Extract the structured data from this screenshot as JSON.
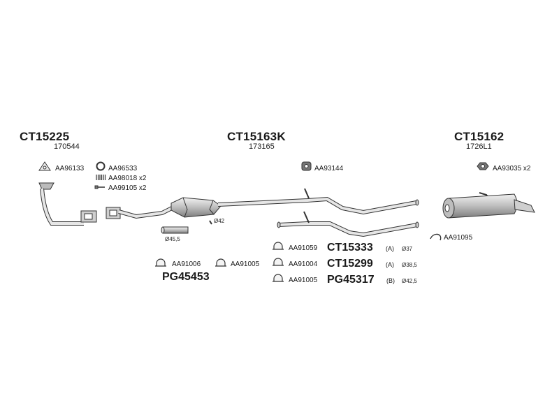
{
  "groups": {
    "front": {
      "code": "CT15225",
      "number": "170544"
    },
    "middle": {
      "code": "CT15163K",
      "number": "173165"
    },
    "rear": {
      "code": "CT15162",
      "number": "1726L1"
    }
  },
  "parts": {
    "gasket_front": "AA96133",
    "ring_front": "AA96533",
    "spring_set": "AA98018 x2",
    "bolt_set": "AA99105 x2",
    "rubber_mount": "AA93144",
    "rear_mount": "AA93035 x2",
    "rear_clamp": "AA91095",
    "clamp_a": "AA91059",
    "clamp_b": "AA91004",
    "clamp_c": "AA91005",
    "clamp_left_1": "AA91006",
    "clamp_left_2": "AA91005"
  },
  "diameters": {
    "d42": "Ø42",
    "d455": "Ø45,5",
    "d37": "Ø37",
    "d385": "Ø38,5",
    "d425": "Ø42,5"
  },
  "pipes": {
    "left_pipe": "PG45453",
    "pipe_a": {
      "code": "CT15333",
      "variant": "(A)"
    },
    "pipe_b": {
      "code": "CT15299",
      "variant": "(A)"
    },
    "pipe_c": {
      "code": "PG45317",
      "variant": "(B)"
    }
  },
  "colors": {
    "line": "#333333",
    "fill": "#d6d6d6",
    "shade": "#9a9a9a"
  }
}
